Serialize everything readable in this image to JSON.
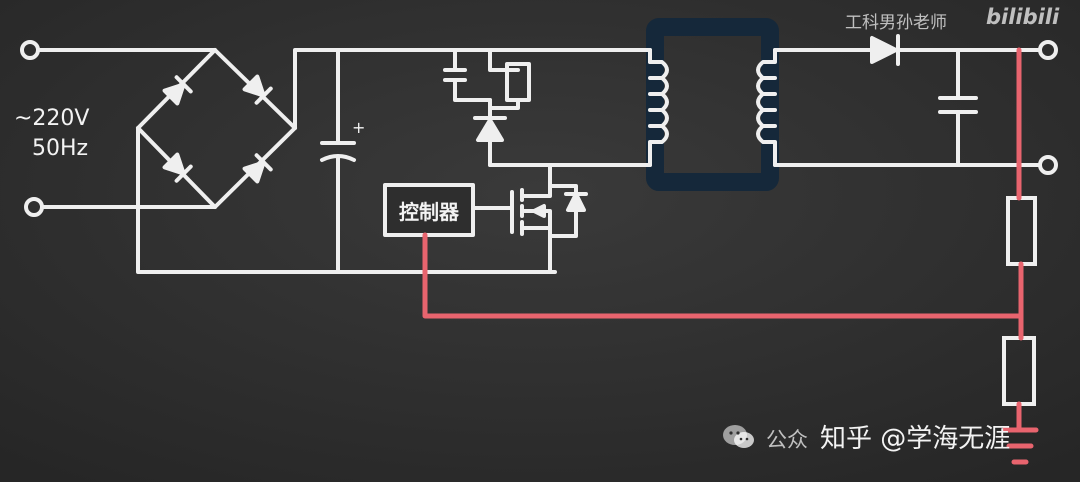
{
  "input": {
    "voltage": "~220V",
    "frequency": "50Hz"
  },
  "controller_label": "控制器",
  "capacitor_polarity": "+",
  "watermarks": {
    "top_right_author": "工科男孙老师",
    "top_right_logo": "bilibili",
    "wechat_text": "公众",
    "zhihu_handle": "知乎 @学海无涯"
  },
  "colors": {
    "background": "#2e2e2e",
    "wire": "#efefef",
    "feedback_wire": "#e8646e",
    "transformer_frame": "#15283a"
  }
}
